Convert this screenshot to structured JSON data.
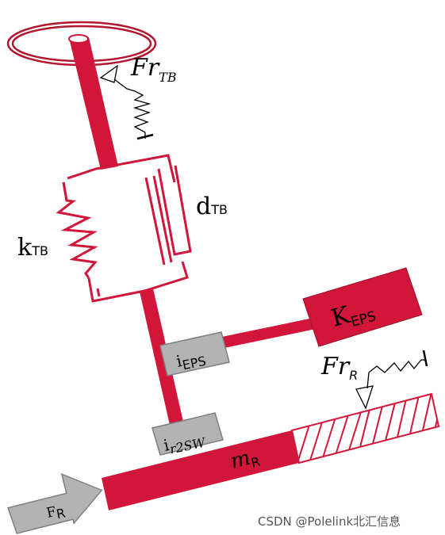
{
  "labels": {
    "fr_tb_main": "Fr",
    "fr_tb_sub": "TB",
    "d_tb_main": "d",
    "d_tb_sub": "TB",
    "k_tb_main": "k",
    "k_tb_sub": "TB",
    "k_eps_main": "K",
    "k_eps_sub": "EPS",
    "i_eps_main": "i",
    "i_eps_sub": "EPS",
    "fr_r_main": "Fr",
    "fr_r_sub": "R",
    "i_r2sw_main": "i",
    "i_r2sw_sub": "r2SW",
    "m_r_main": "m",
    "m_r_sub": "R",
    "f_r_main": "F",
    "f_r_sub": "R"
  },
  "watermark": "CSDN @Polelink北汇信息",
  "colors": {
    "steering_red": "#d1163a",
    "box_gray": "#b3b3b3",
    "box_border": "#7f7f7f",
    "text": "#000000"
  }
}
